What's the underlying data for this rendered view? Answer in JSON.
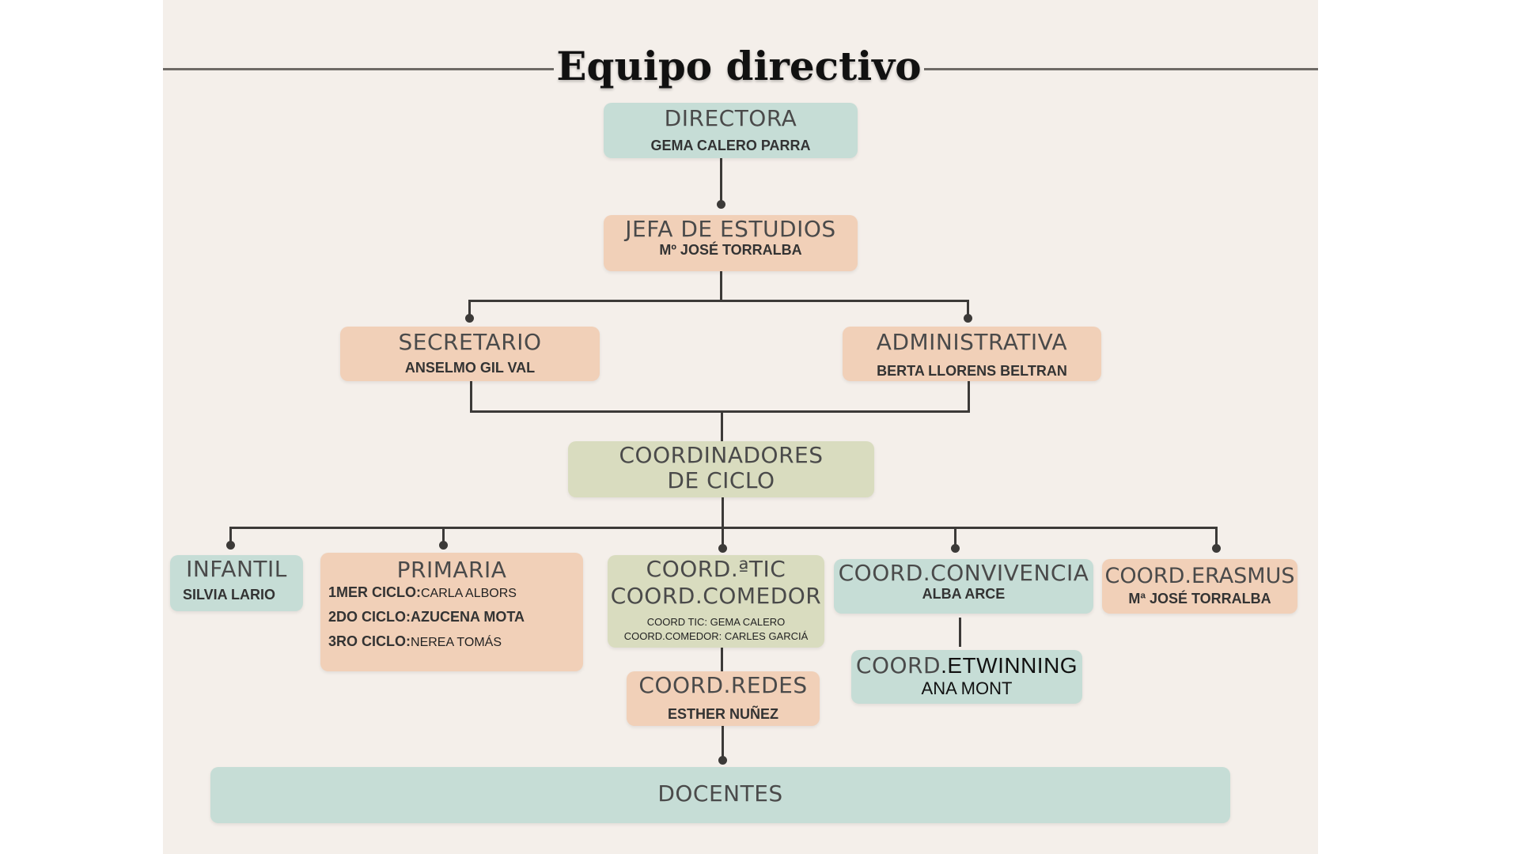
{
  "title": "Equipo directivo",
  "colors": {
    "teal": "#c6ddd6",
    "peach": "#f1d0b8",
    "olive": "#d9dcbf",
    "background": "#f4efea"
  },
  "directora": {
    "role": "DIRECTORA",
    "name": "GEMA CALERO PARRA"
  },
  "jefa": {
    "role": "JEFA DE ESTUDIOS",
    "name": "Mº JOSÉ TORRALBA"
  },
  "secretario": {
    "role": "SECRETARIO",
    "name": "ANSELMO GIL VAL"
  },
  "administrativa": {
    "role": "ADMINISTRATIVA",
    "name": "BERTA LLORENS BELTRAN"
  },
  "coordinadores": {
    "line1": "COORDINADORES",
    "line2": "DE CICLO"
  },
  "infantil": {
    "role": "INFANTIL",
    "name": "SILVIA LARIO"
  },
  "primaria": {
    "role": "PRIMARIA",
    "rows": [
      {
        "label": "1MER CICLO:",
        "name": "CARLA ALBORS"
      },
      {
        "label": "2DO CICLO:",
        "name": "AZUCENA MOTA"
      },
      {
        "label": "3RO CICLO:",
        "name": "NEREA TOMÁS"
      }
    ]
  },
  "tic": {
    "line1": "COORD.ªTIC",
    "line2": "COORD.COMEDOR",
    "detail1": "COORD TIC: GEMA CALERO",
    "detail2": "COORD.COMEDOR: CARLES  GARCIÁ"
  },
  "convivencia": {
    "role": "COORD.CONVIVENCIA",
    "name": "ALBA ARCE"
  },
  "erasmus": {
    "role": "COORD.ERASMUS",
    "name": "Mª JOSÉ TORRALBA"
  },
  "redes": {
    "role": "COORD.REDES",
    "name": "ESTHER NUÑEZ"
  },
  "etwinning": {
    "role_a": "COORD",
    "role_b": ".ETWINNING",
    "name": "ANA MONT"
  },
  "docentes": {
    "role": "DOCENTES"
  }
}
